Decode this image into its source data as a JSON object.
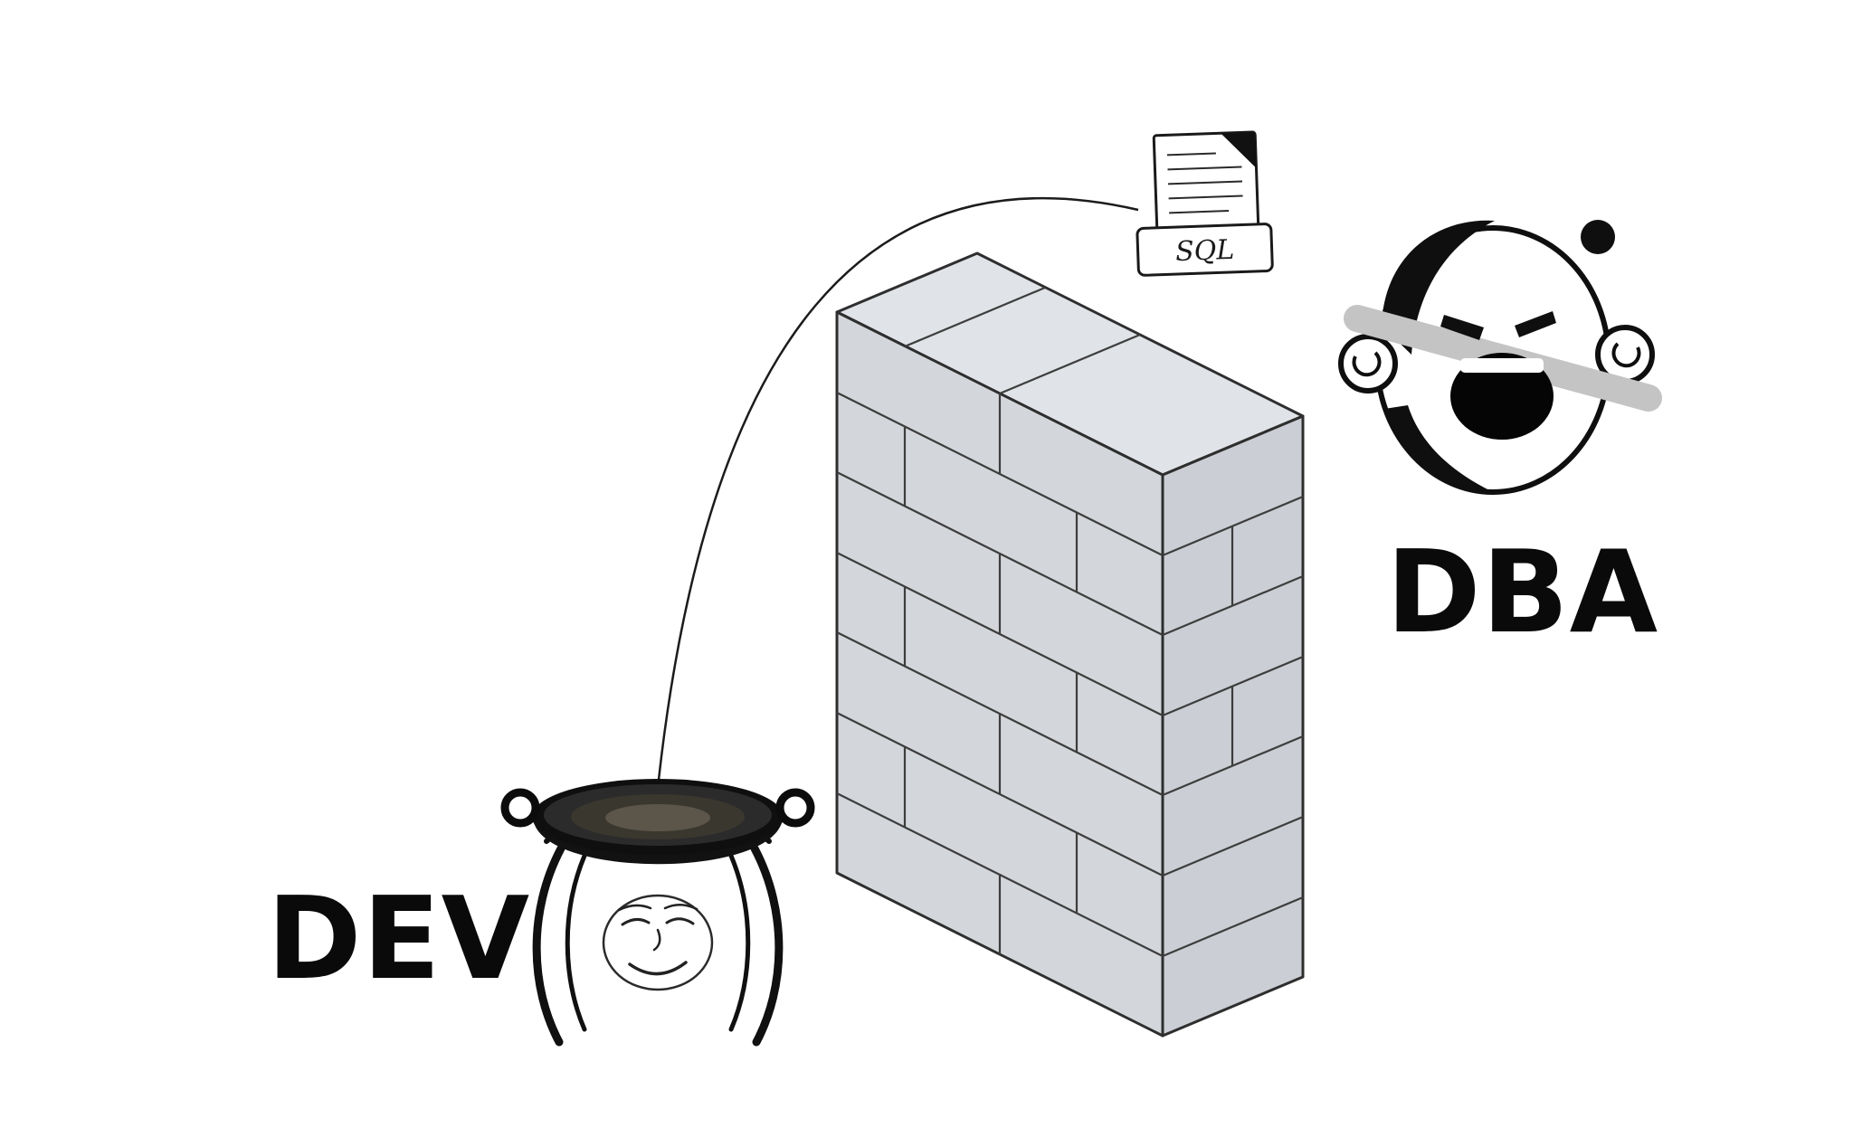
{
  "labels": {
    "dev": "DEV",
    "dba": "DBA",
    "sql": "SQL"
  },
  "colors": {
    "background": "#ffffff",
    "wall_front": "#d3d6db",
    "wall_top": "#e0e3e7",
    "wall_side": "#cbced4",
    "outline": "#1a1a1a",
    "stripe": "#c4c4c4"
  }
}
